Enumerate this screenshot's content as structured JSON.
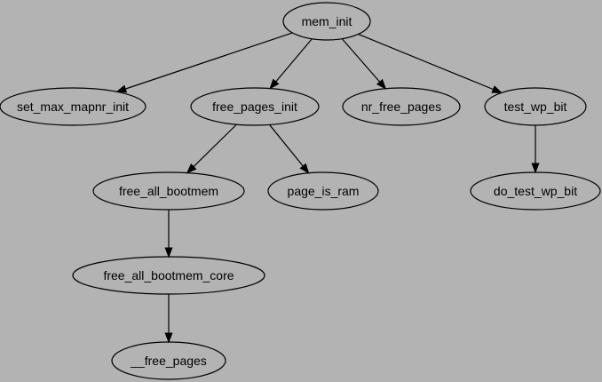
{
  "diagram": {
    "type": "call-graph",
    "background": "#b3b3b3",
    "nodes": [
      {
        "id": "mem_init",
        "label": "mem_init"
      },
      {
        "id": "set_max_mapnr_init",
        "label": "set_max_mapnr_init"
      },
      {
        "id": "free_pages_init",
        "label": "free_pages_init"
      },
      {
        "id": "nr_free_pages",
        "label": "nr_free_pages"
      },
      {
        "id": "test_wp_bit",
        "label": "test_wp_bit"
      },
      {
        "id": "free_all_bootmem",
        "label": "free_all_bootmem"
      },
      {
        "id": "page_is_ram",
        "label": "page_is_ram"
      },
      {
        "id": "do_test_wp_bit",
        "label": "do_test_wp_bit"
      },
      {
        "id": "free_all_bootmem_core",
        "label": "free_all_bootmem_core"
      },
      {
        "id": "__free_pages",
        "label": "__free_pages"
      }
    ],
    "edges": [
      {
        "from": "mem_init",
        "to": "set_max_mapnr_init"
      },
      {
        "from": "mem_init",
        "to": "free_pages_init"
      },
      {
        "from": "mem_init",
        "to": "nr_free_pages"
      },
      {
        "from": "mem_init",
        "to": "test_wp_bit"
      },
      {
        "from": "free_pages_init",
        "to": "free_all_bootmem"
      },
      {
        "from": "free_pages_init",
        "to": "page_is_ram"
      },
      {
        "from": "test_wp_bit",
        "to": "do_test_wp_bit"
      },
      {
        "from": "free_all_bootmem",
        "to": "free_all_bootmem_core"
      },
      {
        "from": "free_all_bootmem_core",
        "to": "__free_pages"
      }
    ]
  }
}
